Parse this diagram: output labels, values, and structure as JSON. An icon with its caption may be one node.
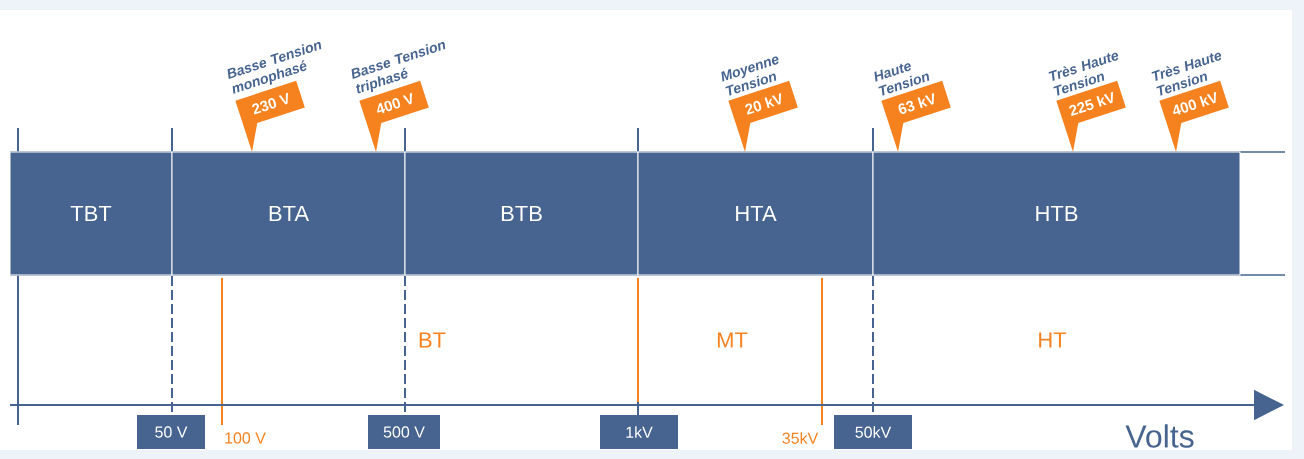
{
  "diagram": {
    "nodes": [
      {
        "text": [
          "TBT"
        ]
      },
      {
        "text": [
          "BTA"
        ]
      },
      {
        "text": [
          "BTB"
        ]
      },
      {
        "text": [
          "HTA"
        ]
      },
      {
        "text": [
          "HTB"
        ]
      },
      {
        "text": [
          "Basse Tension monophasé",
          "230 V"
        ]
      },
      {
        "text": [
          "Basse Tension triphasé",
          "400 V"
        ]
      },
      {
        "text": [
          "Moyenne Tension",
          "20 kV"
        ]
      },
      {
        "text": [
          "Haute Tension",
          "63 kV"
        ]
      },
      {
        "text": [
          "Très Haute Tension",
          "225 kV"
        ]
      },
      {
        "text": [
          "Très Haute Tension",
          "400 kV"
        ]
      },
      {
        "text": [
          "50 V"
        ]
      },
      {
        "text": [
          "500 V"
        ]
      },
      {
        "text": [
          "1kV"
        ]
      },
      {
        "text": [
          "50kV"
        ]
      }
    ],
    "labels": [
      "BT",
      "MT",
      "HT",
      "100 V",
      "35kV",
      "Volts"
    ]
  }
}
